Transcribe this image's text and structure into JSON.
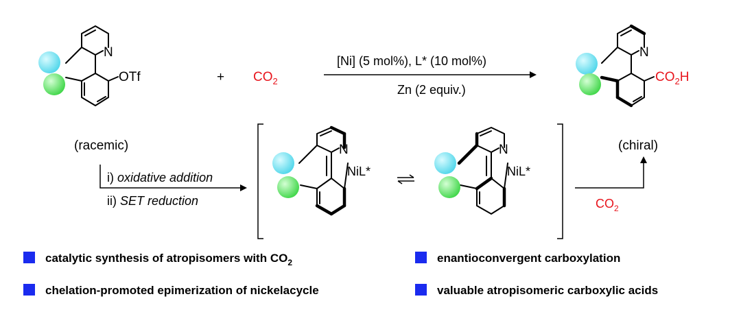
{
  "colors": {
    "cyan": "#7fe9f4",
    "green": "#7cec7e",
    "red": "#e8141c",
    "bullet_blue": "#1a2bef"
  },
  "labels": {
    "n": "N",
    "otf": "OTf",
    "plus": "+",
    "co2": "CO",
    "co2_sub": "2",
    "cond_top": "[Ni] (5 mol%), L* (10 mol%)",
    "cond_bottom": "Zn (2 equiv.)",
    "co2h": "CO",
    "co2h_sub": "2",
    "co2h_h": "H",
    "racemic": "(racemic)",
    "chiral": "(chiral)",
    "step1_prefix": "i) ",
    "step1": "oxidative addition",
    "step2_prefix": "ii) ",
    "step2": "SET reduction",
    "nil": "NiL*",
    "co2_bottom": "CO",
    "co2_bottom_sub": "2"
  },
  "bullets": [
    {
      "text": "catalytic synthesis of atropisomers with CO",
      "sub": "2"
    },
    {
      "text": "enantioconvergent carboxylation",
      "sub": ""
    },
    {
      "text": "chelation-promoted epimerization of nickelacycle",
      "sub": ""
    },
    {
      "text": "valuable atropisomeric carboxylic acids",
      "sub": ""
    }
  ]
}
